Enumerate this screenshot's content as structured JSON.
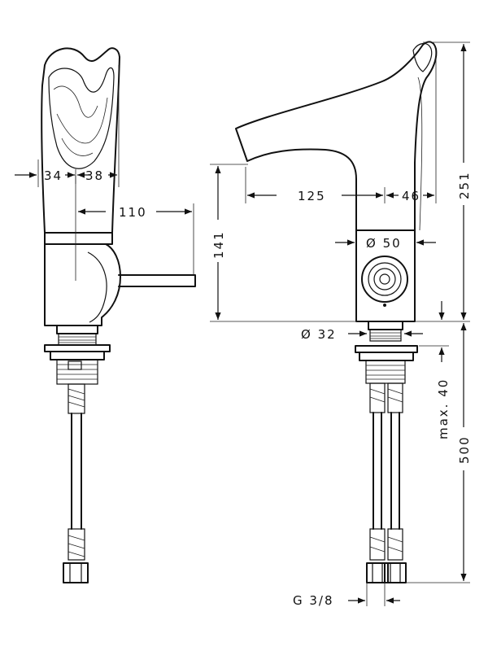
{
  "dimensions": {
    "d34": "34",
    "d38": "38",
    "d110": "110",
    "d125": "125",
    "d46": "46",
    "d251": "251",
    "d141": "141",
    "d50": "Ø 50",
    "d32": "Ø 32",
    "dmax40": "max. 40",
    "d500": "500",
    "thread": "G 3/8"
  }
}
